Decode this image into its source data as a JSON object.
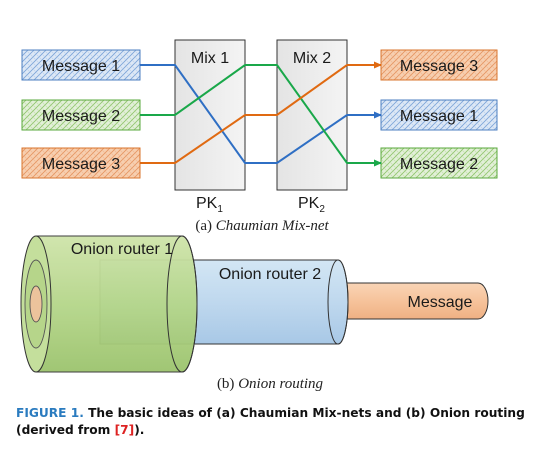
{
  "mixnet": {
    "inputs": [
      {
        "label": "Message 1",
        "color": "blue"
      },
      {
        "label": "Message 2",
        "color": "green"
      },
      {
        "label": "Message 3",
        "color": "orange"
      }
    ],
    "outputs": [
      {
        "label": "Message 3",
        "color": "orange"
      },
      {
        "label": "Message 1",
        "color": "blue"
      },
      {
        "label": "Message 2",
        "color": "green"
      }
    ],
    "mixes": [
      {
        "title": "Mix 1",
        "key": "PK",
        "sub": "1"
      },
      {
        "title": "Mix 2",
        "key": "PK",
        "sub": "2"
      }
    ],
    "caption_prefix": "(a) ",
    "caption": "Chaumian Mix-net"
  },
  "onion": {
    "router1": "Onion router 1",
    "router2": "Onion router 2",
    "message": "Message",
    "caption_prefix": "(b) ",
    "caption": "Onion routing"
  },
  "figure": {
    "number": "FIGURE 1.",
    "text_before": "The basic ideas of (a) Chaumian Mix-nets and (b) Onion routing (derived from ",
    "ref": "[7]",
    "text_after": ")."
  },
  "colors": {
    "blue": "#2f6fc4",
    "green": "#1aa84a",
    "orange": "#e06a12",
    "blue_fill": "#d6e4f5",
    "green_fill": "#dcefd2",
    "orange_fill": "#f6c8a5",
    "router1_fill": "#b9d88f",
    "router2_fill": "#bcd7ec",
    "message_fill": "#f7c39a"
  }
}
